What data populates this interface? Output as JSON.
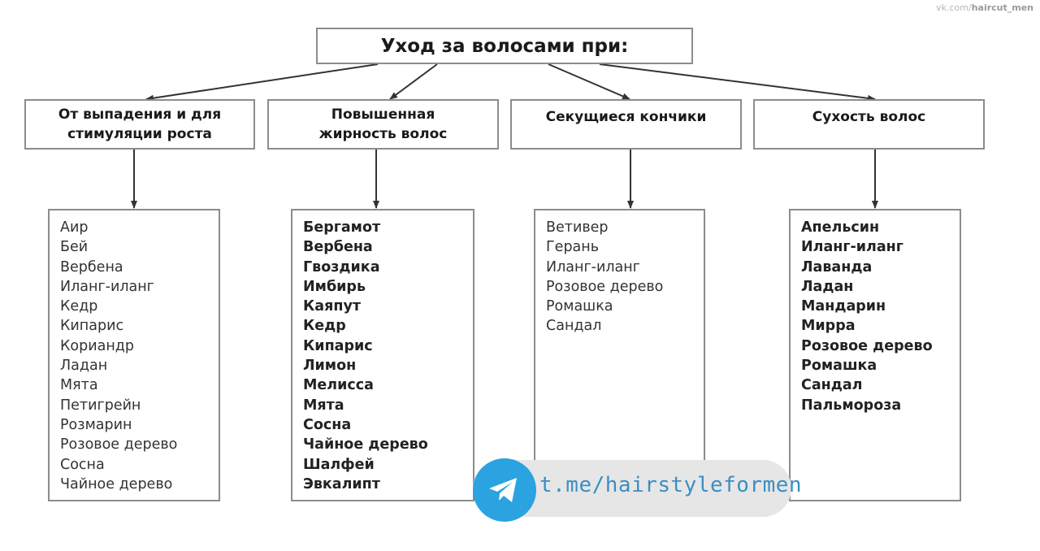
{
  "watermark": {
    "prefix": "vk.com/",
    "name": "haircut_men"
  },
  "title": "Уход за волосами при:",
  "categories": [
    {
      "line1": "От выпадения и для",
      "line2": "стимуляции роста",
      "items": [
        "Аир",
        "Бей",
        "Вербена",
        "Иланг-иланг",
        "Кедр",
        "Кипарис",
        "Кориандр",
        "Ладан",
        "Мята",
        "Петигрейн",
        "Розмарин",
        "Розовое дерево",
        "Сосна",
        "Чайное дерево"
      ]
    },
    {
      "line1": "Повышенная",
      "line2": "жирность волос",
      "items": [
        "Бергамот",
        "Вербена",
        "Гвоздика",
        "Имбирь",
        "Каяпут",
        "Кедр",
        "Кипарис",
        "Лимон",
        "Мелисса",
        "Мята",
        "Сосна",
        "Чайное дерево",
        "Шалфей",
        "Эвкалипт"
      ]
    },
    {
      "line1": "Секущиеся кончики",
      "line2": "",
      "items": [
        "Ветивер",
        "Герань",
        "Иланг-иланг",
        "Розовое дерево",
        "Ромашка",
        "Сандал"
      ]
    },
    {
      "line1": "Сухость волос",
      "line2": "",
      "items": [
        "Апельсин",
        "Иланг-иланг",
        "Лаванда",
        "Ладан",
        "Мандарин",
        "Мирра",
        "Розовое дерево",
        "Ромашка",
        "Сандал",
        "Пальмороза"
      ]
    }
  ],
  "banner": {
    "text": "t.me/hairstyleformen",
    "icon": "telegram-icon"
  },
  "colors": {
    "border": "#8c8c8c",
    "arrow": "#333333",
    "telegram": "#2aa3e0"
  }
}
